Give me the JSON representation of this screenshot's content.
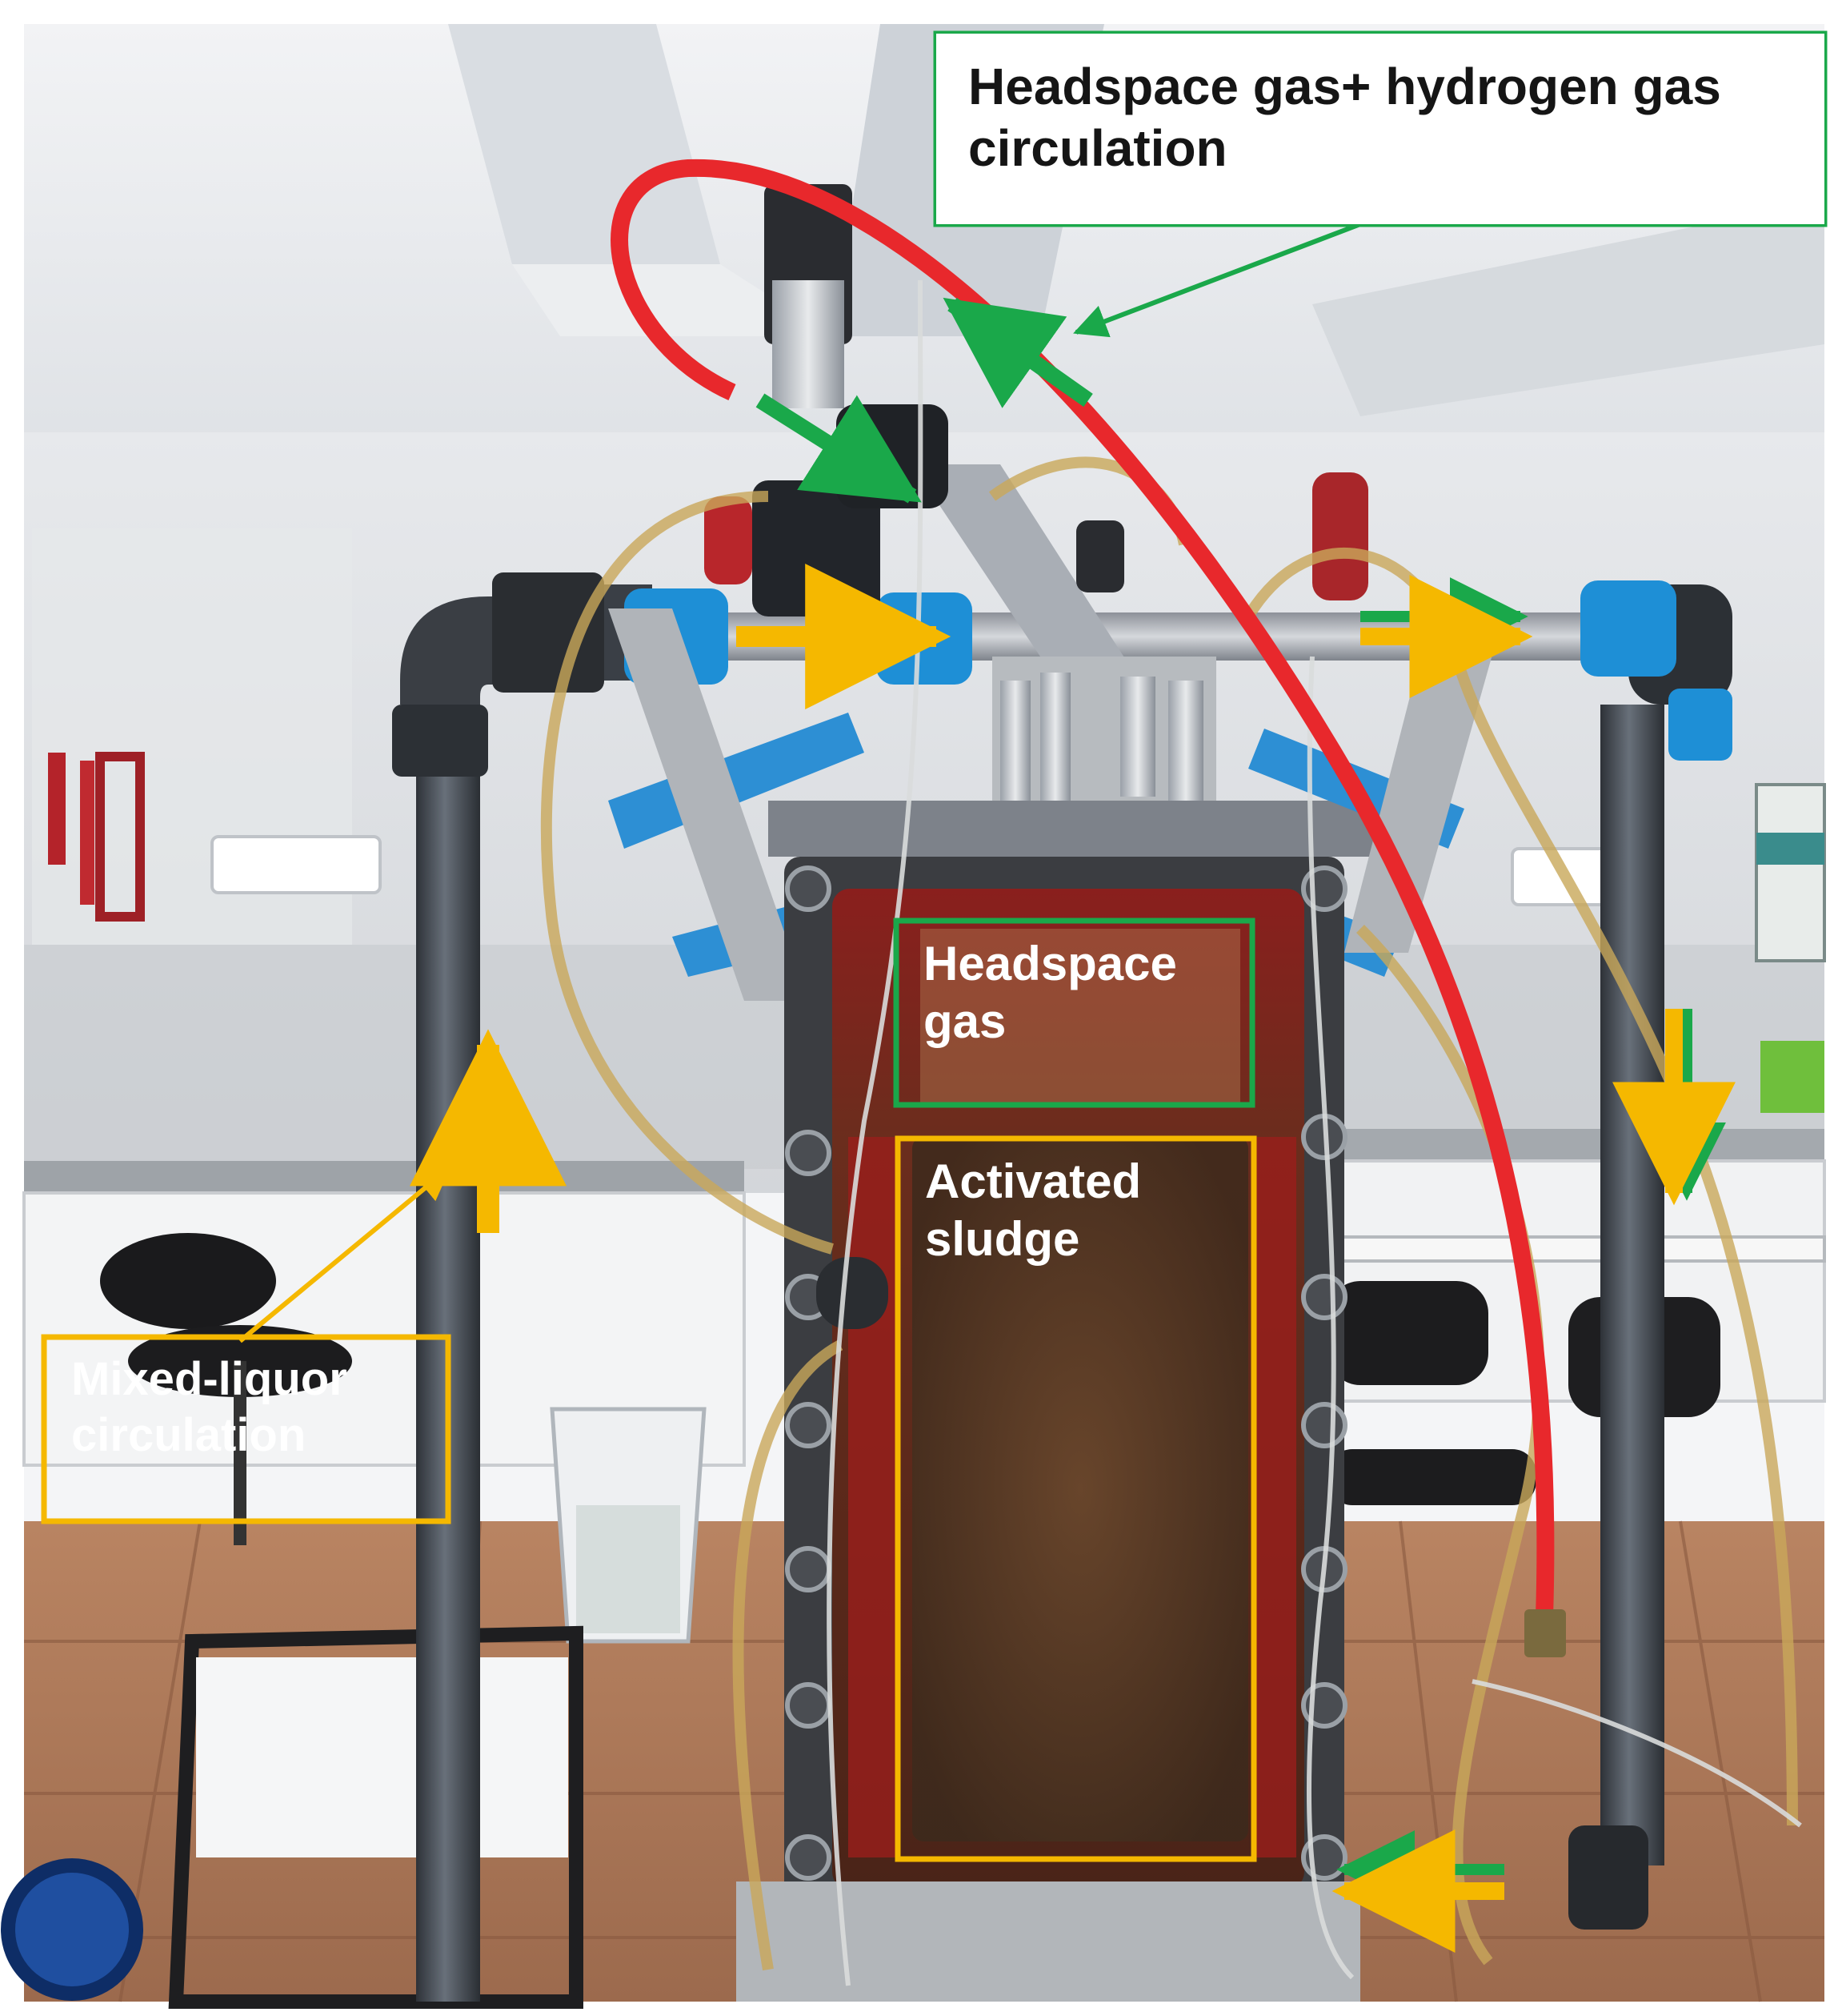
{
  "labels": {
    "headspace_hydrogen": {
      "line1": "Headspace gas+ hydrogen gas",
      "line2": "circulation"
    },
    "headspace": {
      "line1": "Headspace",
      "line2": "gas"
    },
    "sludge": {
      "line1": "Activated",
      "line2": "sludge"
    },
    "mixed_liquor": {
      "line1": "Mixed-liquor",
      "line2": "circulation"
    }
  },
  "colors": {
    "green_box": "#1aa84a",
    "yellow_box": "#f5b800",
    "gas_tube": "#e8282c",
    "reactor_fill": "#9c1c1a",
    "pvc_pipe": "#4e545c",
    "fitting_blue": "#1e8fd6"
  }
}
